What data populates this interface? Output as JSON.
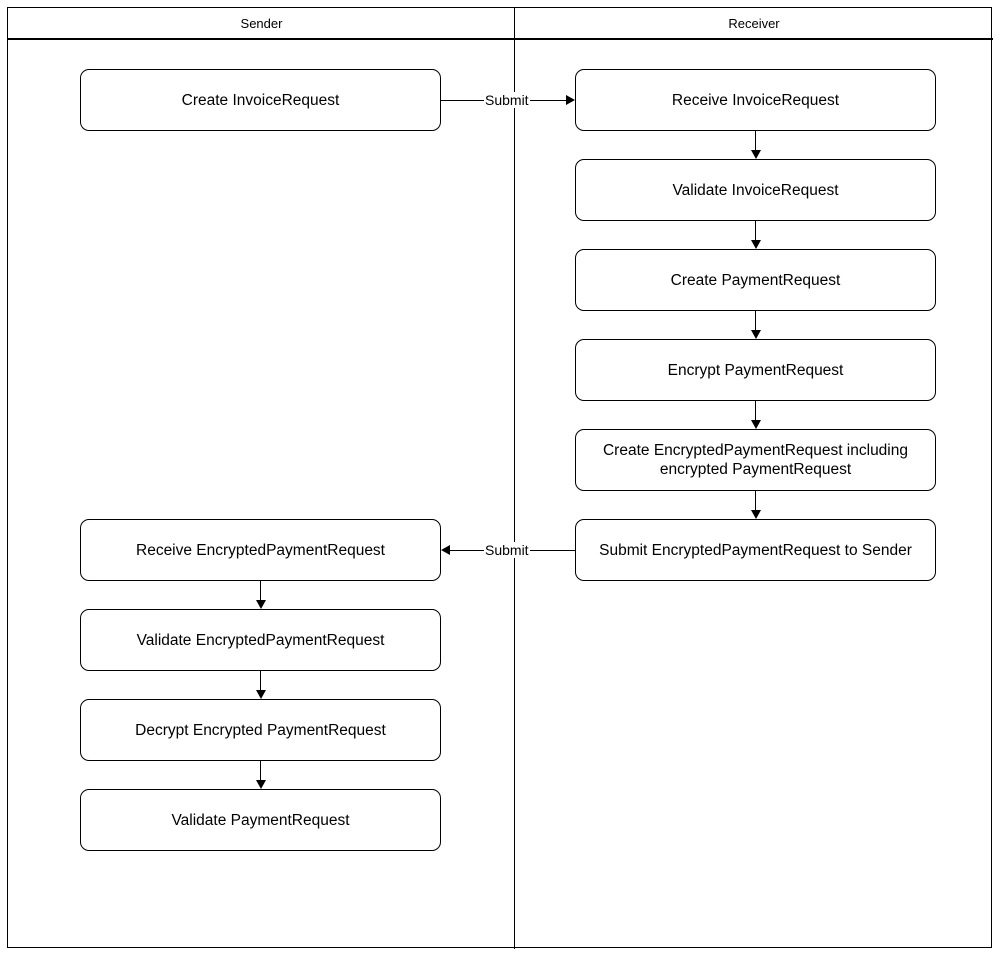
{
  "diagram": {
    "type": "bpmn-swimlane-flowchart",
    "border_color": "#000000",
    "background_color": "#ffffff",
    "lanes": [
      {
        "id": "sender",
        "label": "Sender"
      },
      {
        "id": "receiver",
        "label": "Receiver"
      }
    ],
    "nodes": [
      {
        "id": "n1",
        "lane": "sender",
        "label": "Create InvoiceRequest"
      },
      {
        "id": "n2",
        "lane": "receiver",
        "label": "Receive InvoiceRequest"
      },
      {
        "id": "n3",
        "lane": "receiver",
        "label": "Validate InvoiceRequest"
      },
      {
        "id": "n4",
        "lane": "receiver",
        "label": "Create PaymentRequest"
      },
      {
        "id": "n5",
        "lane": "receiver",
        "label": "Encrypt PaymentRequest"
      },
      {
        "id": "n6",
        "lane": "receiver",
        "label": "Create EncryptedPaymentRequest including encrypted PaymentRequest"
      },
      {
        "id": "n7",
        "lane": "receiver",
        "label": "Submit EncryptedPaymentRequest to Sender"
      },
      {
        "id": "n8",
        "lane": "sender",
        "label": "Receive EncryptedPaymentRequest"
      },
      {
        "id": "n9",
        "lane": "sender",
        "label": "Validate EncryptedPaymentRequest"
      },
      {
        "id": "n10",
        "lane": "sender",
        "label": "Decrypt Encrypted PaymentRequest"
      },
      {
        "id": "n11",
        "lane": "sender",
        "label": "Validate PaymentRequest"
      }
    ],
    "edges": [
      {
        "id": "e1",
        "from": "n1",
        "to": "n2",
        "label": "Submit",
        "direction": "right"
      },
      {
        "id": "e2",
        "from": "n2",
        "to": "n3",
        "label": "",
        "direction": "down"
      },
      {
        "id": "e3",
        "from": "n3",
        "to": "n4",
        "label": "",
        "direction": "down"
      },
      {
        "id": "e4",
        "from": "n4",
        "to": "n5",
        "label": "",
        "direction": "down"
      },
      {
        "id": "e5",
        "from": "n5",
        "to": "n6",
        "label": "",
        "direction": "down"
      },
      {
        "id": "e6",
        "from": "n6",
        "to": "n7",
        "label": "",
        "direction": "down"
      },
      {
        "id": "e7",
        "from": "n7",
        "to": "n8",
        "label": "Submit",
        "direction": "left"
      },
      {
        "id": "e8",
        "from": "n8",
        "to": "n9",
        "label": "",
        "direction": "down"
      },
      {
        "id": "e9",
        "from": "n9",
        "to": "n10",
        "label": "",
        "direction": "down"
      },
      {
        "id": "e10",
        "from": "n10",
        "to": "n11",
        "label": "",
        "direction": "down"
      }
    ]
  }
}
